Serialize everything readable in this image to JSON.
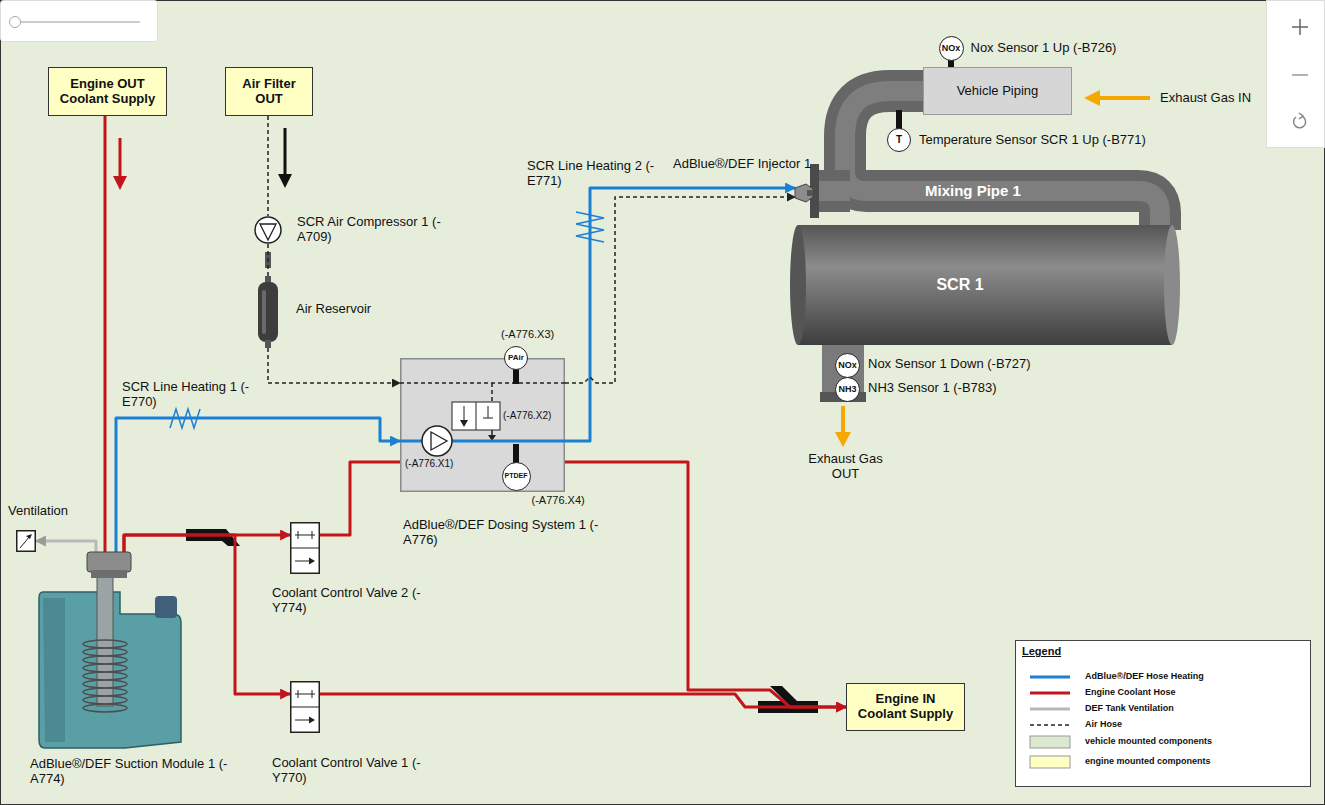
{
  "diagram": {
    "nodes": [
      {
        "text": [
          "Engine OUT Coolant Supply"
        ]
      },
      {
        "text": [
          "Air Filter OUT"
        ]
      },
      {
        "text": [
          "NOx",
          "Nox Sensor 1 Up (-B726)"
        ]
      },
      {
        "text": [
          "Vehicle Piping"
        ]
      },
      {
        "text": [
          "T",
          "Temperature Sensor SCR 1 Up (-B771)"
        ]
      },
      {
        "text": [
          "SCR Air Compressor 1 (-A709)"
        ]
      },
      {
        "text": [
          "AdBlue®/DEF Injector 1"
        ]
      },
      {
        "text": [
          "SCR 1"
        ]
      },
      {
        "text": [
          "Air Reservoir"
        ]
      },
      {
        "text": [
          "AdBlue®/DEF Dosing System 1 (-A776)"
        ]
      },
      {
        "text": [
          "PAir",
          "(-A776.X3)"
        ],
        "in": 9
      },
      {
        "text": [
          "PTDEF",
          "(-A776.X4)"
        ],
        "in": 9
      },
      {
        "text": [
          "NOx",
          "Nox Sensor 1 Down (-B727)"
        ]
      },
      {
        "text": [
          "NH3",
          "NH3 Sensor 1 (-B783)"
        ]
      },
      {
        "text": [
          "Ventilation"
        ]
      },
      {
        "text": [
          "AdBlue®/DEF Suction Module 1 (-A774)"
        ]
      },
      {
        "text": [
          "Coolant Control Valve 2 (-Y774)"
        ]
      },
      {
        "text": [
          "Coolant Control Valve 1 (-Y770)"
        ]
      },
      {
        "text": [
          "Engine IN Coolant Supply"
        ]
      }
    ],
    "edges": [
      {
        "from": 0,
        "to": 15,
        "arrow": "none"
      },
      {
        "from": 1,
        "to": 5,
        "arrow": "none"
      },
      {
        "from": 5,
        "to": 8,
        "arrow": "none"
      },
      {
        "from": 8,
        "to": 9,
        "arrow": "to"
      },
      {
        "from": 15,
        "to": 14,
        "arrow": "to"
      },
      {
        "from": 15,
        "to": 9,
        "arrow": "to"
      },
      {
        "from": 9,
        "to": 6,
        "arrow": "to"
      },
      {
        "from": 9,
        "to": 6,
        "arrow": "to"
      },
      {
        "from": 15,
        "to": 16,
        "arrow": "to"
      },
      {
        "from": 15,
        "to": 17,
        "arrow": "to"
      },
      {
        "from": 16,
        "to": 9,
        "arrow": "none"
      },
      {
        "from": 9,
        "to": 18,
        "arrow": "to"
      },
      {
        "from": 17,
        "to": 18,
        "arrow": "to"
      }
    ],
    "labels": [
      "Exhaust Gas IN",
      "SCR Line Heating 2 (-E771)",
      "Mixing Pipe 1",
      "SCR Line Heating 1 (-E770)",
      "(-A776.X2)",
      "(-A776.X1)",
      "Exhaust Gas OUT",
      "Legend"
    ],
    "legend": [
      {
        "text": "AdBlue®/DEF Hose Heating"
      },
      {
        "text": "Engine Coolant Hose"
      },
      {
        "text": "DEF Tank Ventilation"
      },
      {
        "text": "Air Hose"
      },
      {
        "text": "vehicle mounted components",
        "color": "#dce8cf"
      },
      {
        "text": "engine mounted components",
        "color": "#ffffc4"
      }
    ]
  }
}
